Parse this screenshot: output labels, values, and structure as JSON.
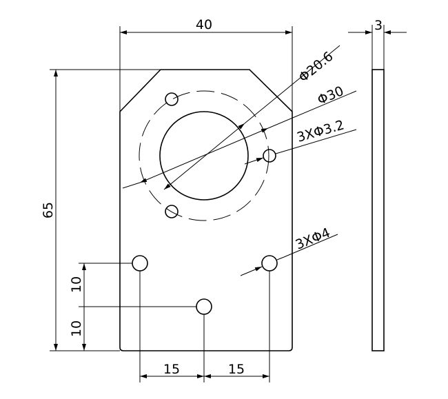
{
  "dimensions": {
    "width": "40",
    "height": "65",
    "thickness": "3",
    "bore_diameter": "Φ20.6",
    "bolt_circle_diameter": "Φ30",
    "small_holes": "3XΦ3.2",
    "mount_holes": "3XΦ4",
    "vertical_offset_upper": "10",
    "vertical_offset_lower": "10",
    "horizontal_offset_left": "15",
    "horizontal_offset_right": "15"
  }
}
